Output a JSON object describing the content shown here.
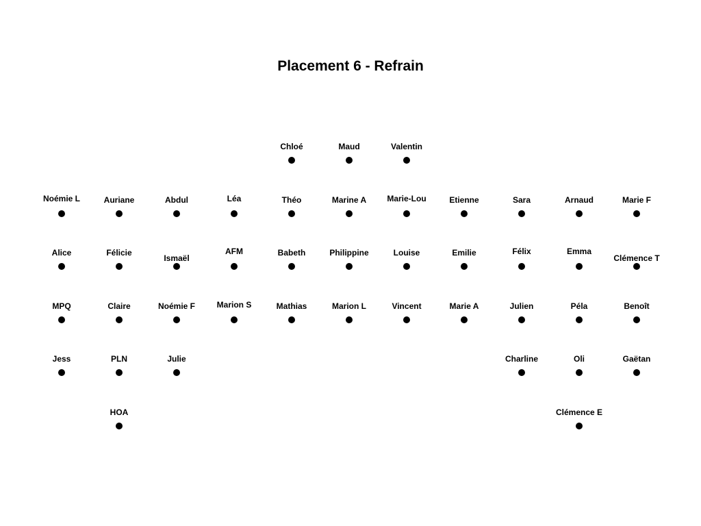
{
  "title": "Placement 6 - Refrain",
  "dot_color": "#000000",
  "rows": [
    {
      "seats": [
        {
          "col": 4,
          "name": "Chloé"
        },
        {
          "col": 5,
          "name": "Maud"
        },
        {
          "col": 6,
          "name": "Valentin"
        }
      ]
    },
    {
      "seats": [
        {
          "col": 0,
          "name": "Noémie L"
        },
        {
          "col": 1,
          "name": "Auriane"
        },
        {
          "col": 2,
          "name": "Abdul"
        },
        {
          "col": 3,
          "name": "Léa"
        },
        {
          "col": 4,
          "name": "Théo"
        },
        {
          "col": 5,
          "name": "Marine A"
        },
        {
          "col": 6,
          "name": "Marie-Lou"
        },
        {
          "col": 7,
          "name": "Etienne"
        },
        {
          "col": 8,
          "name": "Sara"
        },
        {
          "col": 9,
          "name": "Arnaud"
        },
        {
          "col": 10,
          "name": "Marie F"
        }
      ]
    },
    {
      "seats": [
        {
          "col": 0,
          "name": "Alice"
        },
        {
          "col": 1,
          "name": "Félicie"
        },
        {
          "col": 2,
          "name": "Ismaël"
        },
        {
          "col": 3,
          "name": "AFM"
        },
        {
          "col": 4,
          "name": "Babeth"
        },
        {
          "col": 5,
          "name": "Philippine"
        },
        {
          "col": 6,
          "name": "Louise"
        },
        {
          "col": 7,
          "name": "Emilie"
        },
        {
          "col": 8,
          "name": "Félix"
        },
        {
          "col": 9,
          "name": "Emma"
        },
        {
          "col": 10,
          "name": "Clémence T"
        }
      ]
    },
    {
      "seats": [
        {
          "col": 0,
          "name": "MPQ"
        },
        {
          "col": 1,
          "name": "Claire"
        },
        {
          "col": 2,
          "name": "Noémie F"
        },
        {
          "col": 3,
          "name": "Marion S"
        },
        {
          "col": 4,
          "name": "Mathias"
        },
        {
          "col": 5,
          "name": "Marion L"
        },
        {
          "col": 6,
          "name": "Vincent"
        },
        {
          "col": 7,
          "name": "Marie A"
        },
        {
          "col": 8,
          "name": "Julien"
        },
        {
          "col": 9,
          "name": "Péla"
        },
        {
          "col": 10,
          "name": "Benoît"
        }
      ]
    },
    {
      "seats": [
        {
          "col": 0,
          "name": "Jess"
        },
        {
          "col": 1,
          "name": "PLN"
        },
        {
          "col": 2,
          "name": "Julie"
        },
        {
          "col": 8,
          "name": "Charline"
        },
        {
          "col": 9,
          "name": "Oli"
        },
        {
          "col": 10,
          "name": "Gaëtan"
        }
      ]
    },
    {
      "seats": [
        {
          "col": 1,
          "name": "HOA"
        },
        {
          "col": 9,
          "name": "Clémence E"
        }
      ]
    }
  ]
}
